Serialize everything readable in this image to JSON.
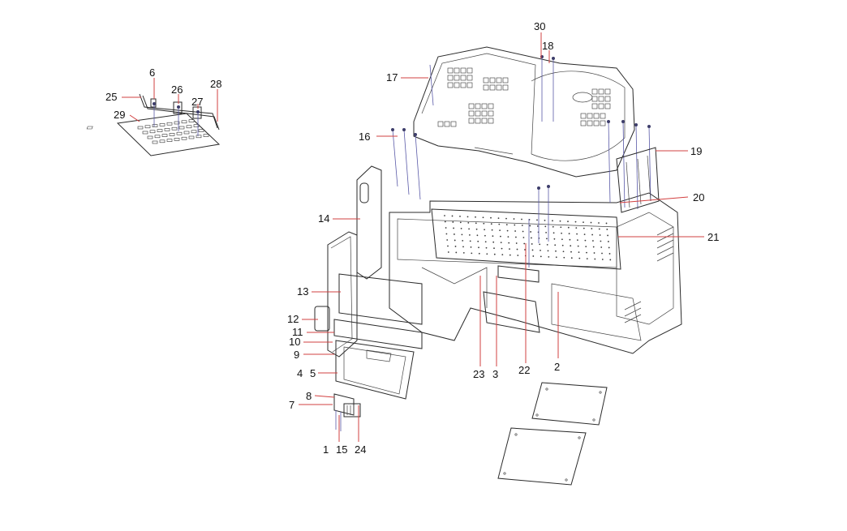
{
  "colors": {
    "background": "#ffffff",
    "line": "#2a2a2a",
    "leader": "#d24040",
    "fastener": "#5a5aa8",
    "label": "#111111"
  },
  "callouts": [
    {
      "id": "c30",
      "text": "30"
    },
    {
      "id": "c18",
      "text": "18"
    },
    {
      "id": "c17",
      "text": "17"
    },
    {
      "id": "c16",
      "text": "16"
    },
    {
      "id": "c19",
      "text": "19"
    },
    {
      "id": "c20",
      "text": "20"
    },
    {
      "id": "c21",
      "text": "21"
    },
    {
      "id": "c14",
      "text": "14"
    },
    {
      "id": "c13",
      "text": "13"
    },
    {
      "id": "c12",
      "text": "12"
    },
    {
      "id": "c11",
      "text": "11"
    },
    {
      "id": "c10",
      "text": "10"
    },
    {
      "id": "c9",
      "text": "9"
    },
    {
      "id": "c4",
      "text": "4"
    },
    {
      "id": "c5",
      "text": "5"
    },
    {
      "id": "c8",
      "text": "8"
    },
    {
      "id": "c7",
      "text": "7"
    },
    {
      "id": "c1",
      "text": "1"
    },
    {
      "id": "c15",
      "text": "15"
    },
    {
      "id": "c24",
      "text": "24"
    },
    {
      "id": "c23",
      "text": "23"
    },
    {
      "id": "c3",
      "text": "3"
    },
    {
      "id": "c22",
      "text": "22"
    },
    {
      "id": "c2",
      "text": "2"
    },
    {
      "id": "c6",
      "text": "6"
    },
    {
      "id": "c25",
      "text": "25"
    },
    {
      "id": "c26",
      "text": "26"
    },
    {
      "id": "c27",
      "text": "27"
    },
    {
      "id": "c28",
      "text": "28"
    },
    {
      "id": "c29",
      "text": "29"
    }
  ]
}
